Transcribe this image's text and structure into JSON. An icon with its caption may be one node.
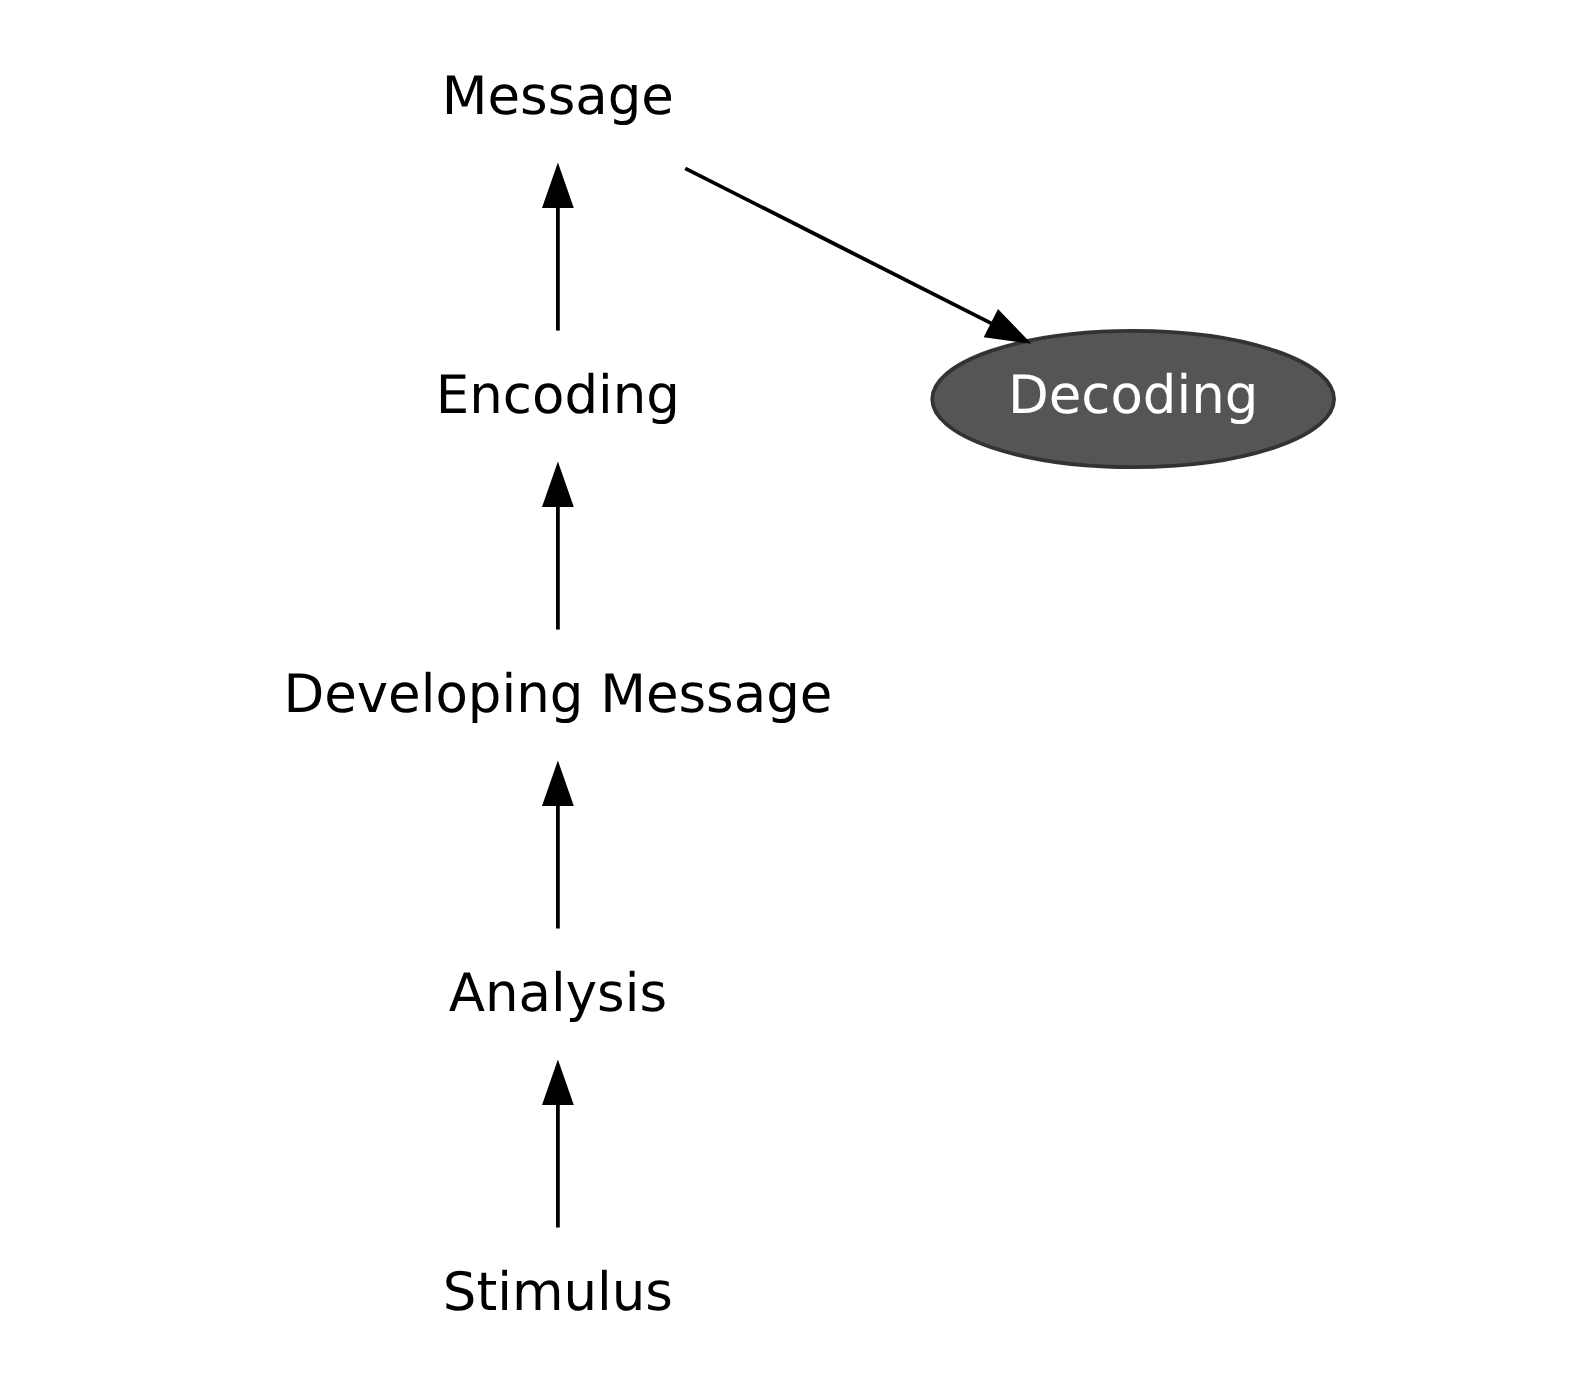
{
  "diagram": {
    "nodes": [
      {
        "text": [
          "Stimulus"
        ]
      },
      {
        "text": [
          "Analysis"
        ]
      },
      {
        "text": [
          "Developing Message"
        ]
      },
      {
        "text": [
          "Encoding"
        ]
      },
      {
        "text": [
          "Message"
        ]
      },
      {
        "text": [
          "Decoding"
        ]
      }
    ],
    "edges": [
      {
        "from": 0,
        "to": 1,
        "arrow": "to"
      },
      {
        "from": 1,
        "to": 2,
        "arrow": "to"
      },
      {
        "from": 2,
        "to": 3,
        "arrow": "to"
      },
      {
        "from": 3,
        "to": 4,
        "arrow": "to"
      },
      {
        "from": 4,
        "to": 5,
        "arrow": "to"
      }
    ]
  }
}
